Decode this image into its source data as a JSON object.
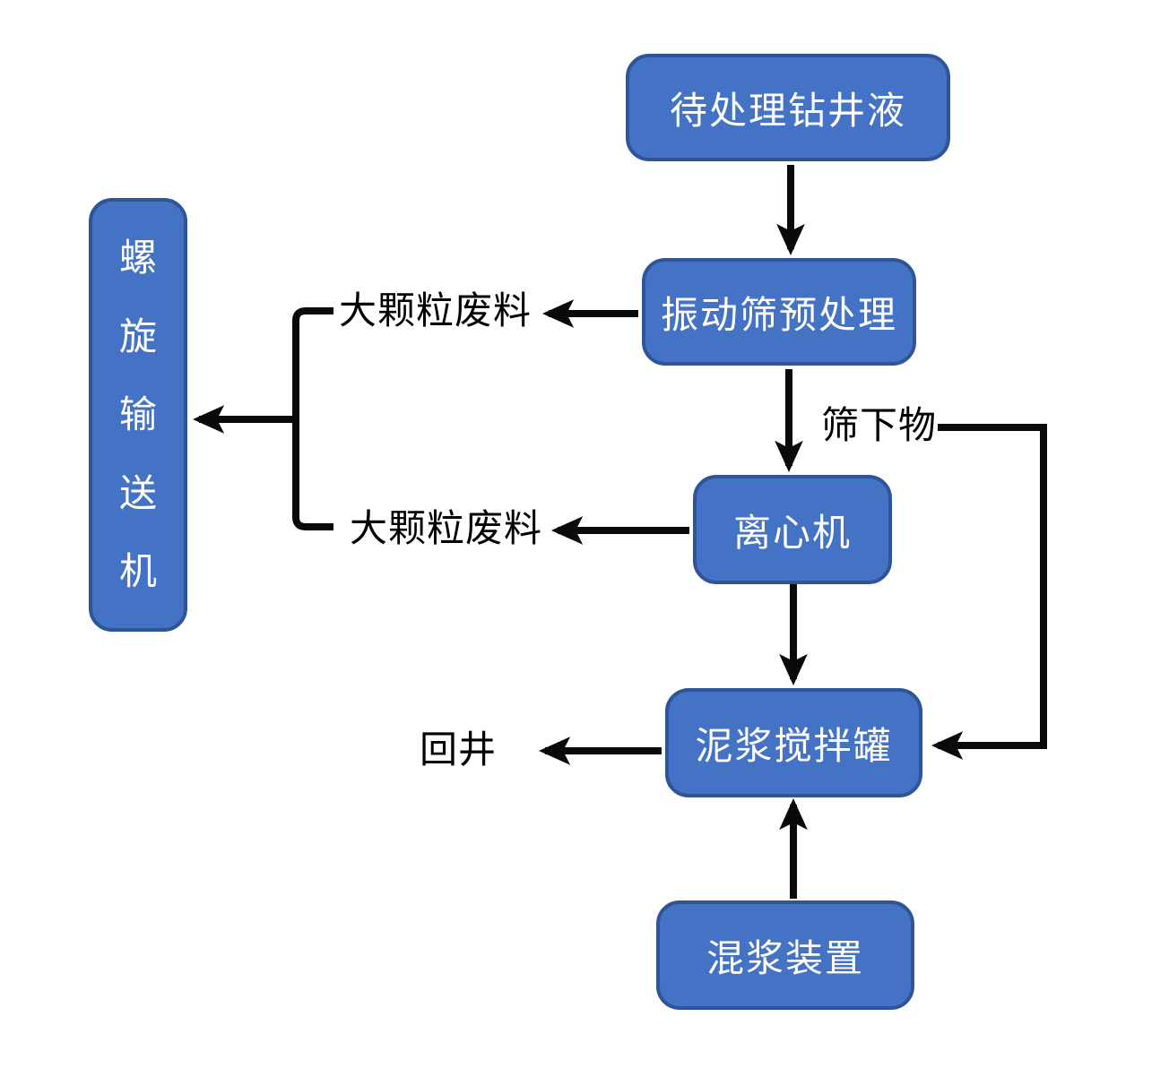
{
  "diagram": {
    "description": "Drilling fluid treatment process flowchart",
    "nodes": {
      "raw_fluid": {
        "label": "待处理钻井液"
      },
      "shaker": {
        "label": "振动筛预处理"
      },
      "screw_conveyor": {
        "label": "螺旋输送机",
        "chars": [
          "螺",
          "旋",
          "输",
          "送",
          "机"
        ]
      },
      "centrifuge": {
        "label": "离心机"
      },
      "mixing_tank": {
        "label": "泥浆搅拌罐"
      },
      "slurry_mixer": {
        "label": "混浆装置"
      }
    },
    "flow_labels": {
      "large_particle_waste_top": "大颗粒废料",
      "large_particle_waste_bottom": "大颗粒废料",
      "undersize_material": "筛下物",
      "return_to_well": "回井"
    },
    "edges": [
      {
        "from": "待处理钻井液",
        "to": "振动筛预处理",
        "label": ""
      },
      {
        "from": "振动筛预处理",
        "to": "大颗粒废料",
        "label": ""
      },
      {
        "from": "振动筛预处理",
        "to": "离心机",
        "label": "筛下物"
      },
      {
        "from": "振动筛预处理",
        "to": "泥浆搅拌罐",
        "label": "筛下物"
      },
      {
        "from": "离心机",
        "to": "大颗粒废料",
        "label": ""
      },
      {
        "from": "大颗粒废料",
        "to": "螺旋输送机",
        "label": ""
      },
      {
        "from": "离心机",
        "to": "泥浆搅拌罐",
        "label": ""
      },
      {
        "from": "混浆装置",
        "to": "泥浆搅拌罐",
        "label": ""
      },
      {
        "from": "泥浆搅拌罐",
        "to": "回井",
        "label": ""
      }
    ],
    "colors": {
      "node_fill": "#4472c4",
      "node_border": "#2f5597",
      "node_text": "#ffffff",
      "connector": "#0a0a0a",
      "label_text": "#000000",
      "background": "#ffffff"
    }
  }
}
